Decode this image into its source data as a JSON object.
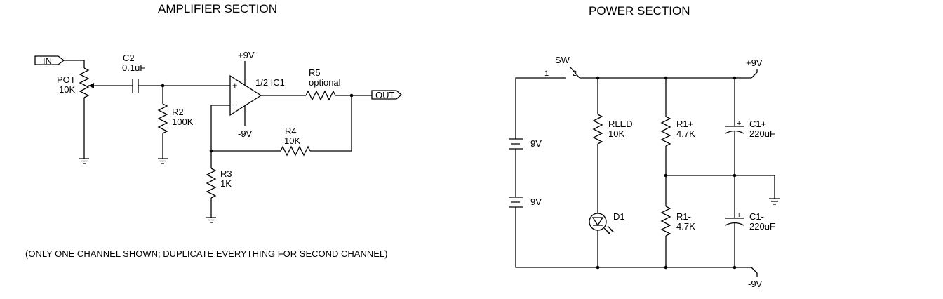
{
  "titles": {
    "amp": "AMPLIFIER SECTION",
    "power": "POWER SECTION"
  },
  "note": "(ONLY ONE CHANNEL SHOWN; DUPLICATE EVERYTHING FOR SECOND CHANNEL)",
  "amp": {
    "in_label": "IN",
    "out_label": "OUT",
    "pot_name": "POT",
    "pot_value": "10K",
    "c2_name": "C2",
    "c2_value": "0.1uF",
    "r2_name": "R2",
    "r2_value": "100K",
    "opamp_label": "1/2 IC1",
    "opamp_plus": "+",
    "opamp_minus": "−",
    "vplus": "+9V",
    "vminus": "-9V",
    "r5_name": "R5",
    "r5_value": "optional",
    "r4_name": "R4",
    "r4_value": "10K",
    "r3_name": "R3",
    "r3_value": "1K"
  },
  "power": {
    "sw_name": "SW",
    "sw_pin1": "1",
    "sw_pin2": "2",
    "vplus": "+9V",
    "vminus": "-9V",
    "bat1_value": "9V",
    "bat2_value": "9V",
    "rled_name": "RLED",
    "rled_value": "10K",
    "d1_name": "D1",
    "r1p_name": "R1+",
    "r1p_value": "4.7K",
    "r1m_name": "R1-",
    "r1m_value": "4.7K",
    "c1p_name": "C1+",
    "c1p_value": "220uF",
    "c1m_name": "C1-",
    "c1m_value": "220uF",
    "cap_plus": "+"
  }
}
